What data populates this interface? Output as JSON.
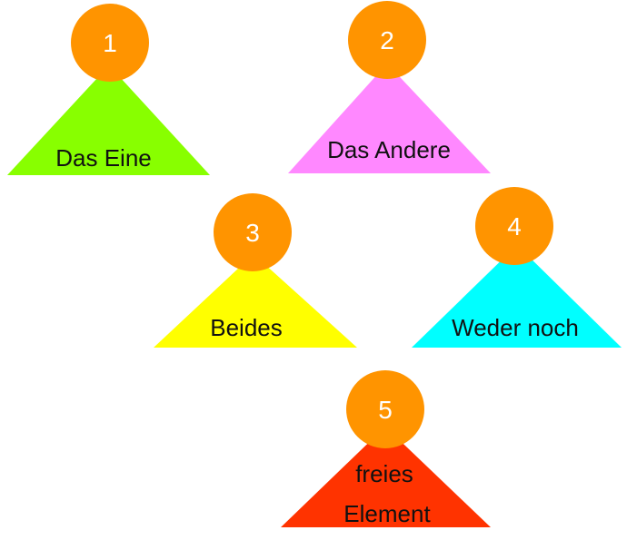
{
  "items": [
    {
      "number": "1",
      "label_lines": [
        "Das Eine"
      ],
      "color": "#88ff00"
    },
    {
      "number": "2",
      "label_lines": [
        "Das Andere"
      ],
      "color": "#ff88ff"
    },
    {
      "number": "3",
      "label_lines": [
        "Beides"
      ],
      "color": "#ffff00"
    },
    {
      "number": "4",
      "label_lines": [
        "Weder noch"
      ],
      "color": "#00ffff"
    },
    {
      "number": "5",
      "label_lines": [
        "freies",
        "Element"
      ],
      "color": "#ff3300"
    }
  ],
  "badge_color": "#ff9400"
}
